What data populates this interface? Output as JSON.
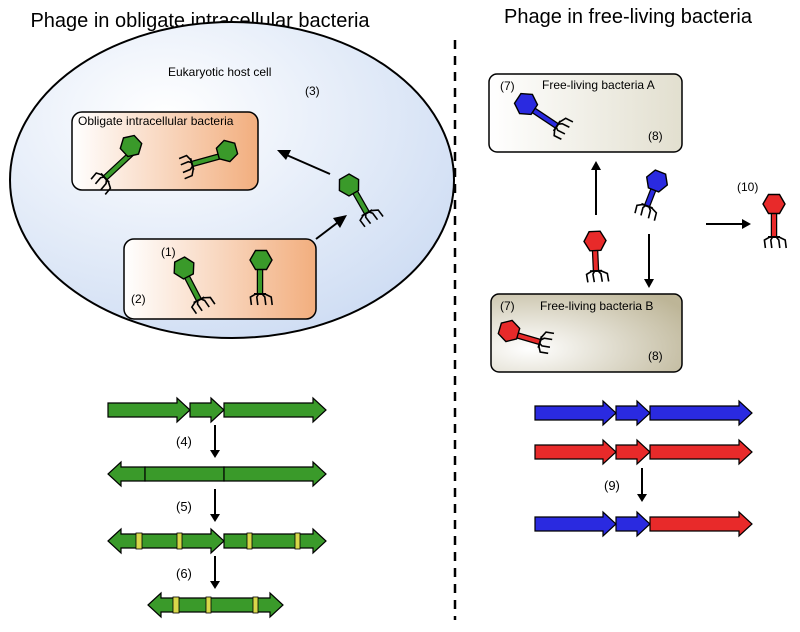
{
  "left": {
    "title": "Phage in obligate intracellular bacteria",
    "host_label": "Eukaryotic host cell",
    "bacteria_label": "Obligate intracellular bacteria",
    "markers": {
      "m1": "(1)",
      "m2": "(2)",
      "m3": "(3)",
      "m4": "(4)",
      "m5": "(5)",
      "m6": "(6)"
    }
  },
  "right": {
    "title": "Phage in free-living bacteria",
    "box_a_label": "Free-living bacteria A",
    "box_b_label": "Free-living bacteria B",
    "markers": {
      "a7": "(7)",
      "a8": "(8)",
      "b7": "(7)",
      "b8": "(8)",
      "m9": "(9)",
      "m10": "(10)"
    }
  },
  "colors": {
    "green": "#3a9a2a",
    "blue": "#2a2ae0",
    "red": "#e82a2a",
    "gene_stripe": "#d8d84a",
    "cell_fill": "#dbe6f5",
    "bacteria_fill": "#f3b98f",
    "free_box_fill": "#d8d4bf"
  },
  "icons": {
    "phage": "bacteriophage-icon",
    "gene": "gene-arrow-icon"
  }
}
